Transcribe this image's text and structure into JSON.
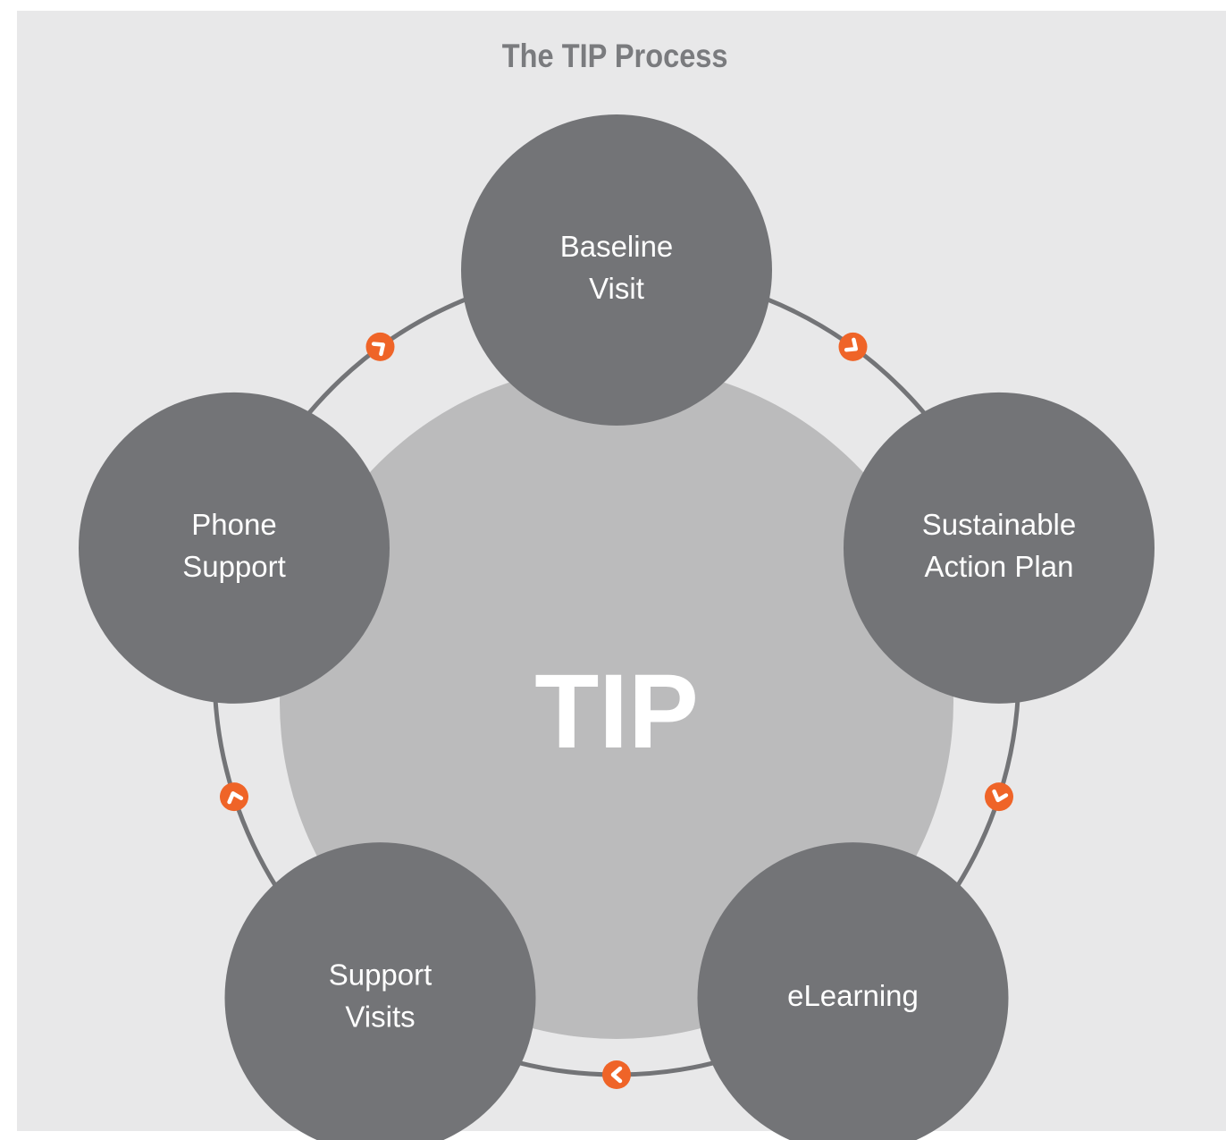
{
  "title": "The TIP Process",
  "center": {
    "label": "TIP"
  },
  "nodes": [
    {
      "id": "baseline-visit",
      "lines": [
        "Baseline",
        "Visit"
      ]
    },
    {
      "id": "sustainable-action-plan",
      "lines": [
        "Sustainable",
        "Action Plan"
      ]
    },
    {
      "id": "elearning",
      "lines": [
        "eLearning"
      ]
    },
    {
      "id": "support-visits",
      "lines": [
        "Support",
        "Visits"
      ]
    },
    {
      "id": "phone-support",
      "lines": [
        "Phone",
        "Support"
      ]
    }
  ],
  "connector_icons": [
    "chevron-icon",
    "chevron-icon",
    "chevron-icon",
    "chevron-icon",
    "chevron-icon"
  ],
  "colors": {
    "background": "#e8e8e9",
    "title": "#7a7b7e",
    "node_fill": "#737477",
    "center_fill": "#bbbbbc",
    "ring": "#737477",
    "arrow": "#ef6428",
    "text": "#ffffff"
  }
}
